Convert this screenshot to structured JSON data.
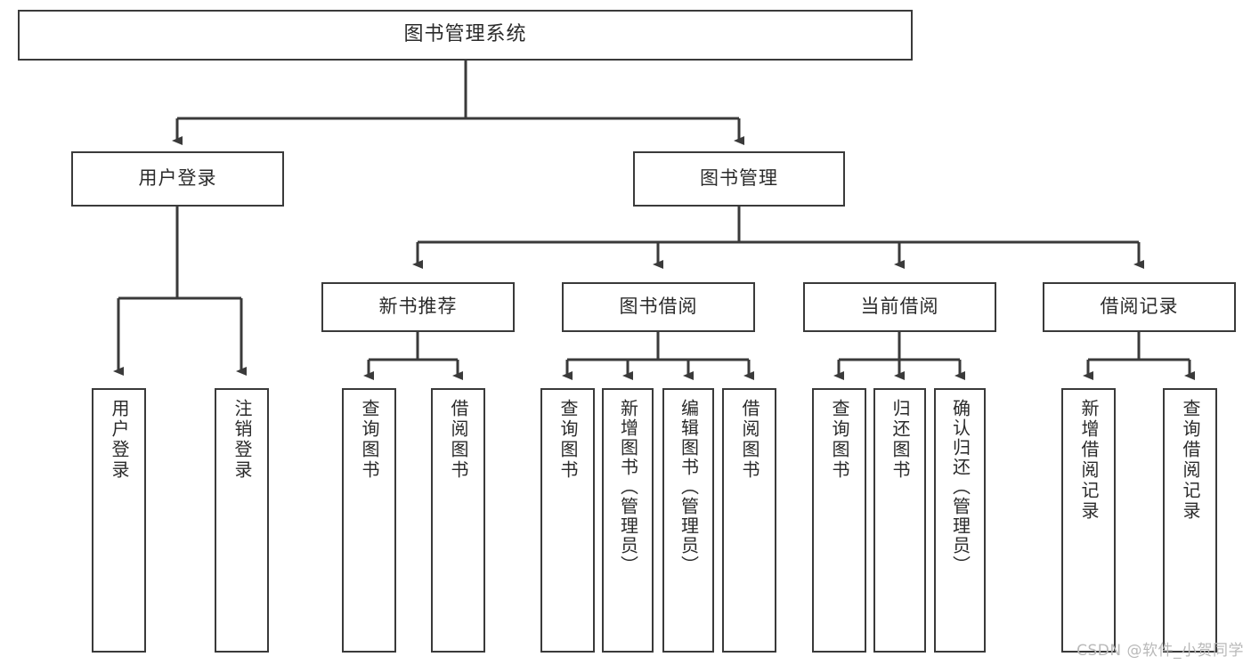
{
  "diagram": {
    "title": "图书管理系统",
    "watermark": "CSDN @软件_小贺同学",
    "type": "tree-hierarchy-diagram",
    "colors": {
      "box_border": "#3a3a3a",
      "box_fill": "#ffffff",
      "connector": "#3a3a3a",
      "text": "#2b2b2b",
      "watermark": "#b9b9b9",
      "background": "#ffffff"
    },
    "root": {
      "label": "图书管理系统"
    },
    "level2": [
      {
        "id": "user-login",
        "label": "用户登录"
      },
      {
        "id": "book-management",
        "label": "图书管理"
      }
    ],
    "level3": [
      {
        "id": "new-book-recommend",
        "label": "新书推荐"
      },
      {
        "id": "book-borrow",
        "label": "图书借阅"
      },
      {
        "id": "current-borrow",
        "label": "当前借阅"
      },
      {
        "id": "borrow-record",
        "label": "借阅记录"
      }
    ],
    "leaves": {
      "user_login": [
        {
          "id": "leaf-user-login",
          "label": "用户登录"
        },
        {
          "id": "leaf-logout-login",
          "label": "注销登录"
        }
      ],
      "new_book_recommend": [
        {
          "id": "leaf-query-book-1",
          "label": "查询图书"
        },
        {
          "id": "leaf-borrow-book-1",
          "label": "借阅图书"
        }
      ],
      "book_borrow": [
        {
          "id": "leaf-query-book-2",
          "label": "查询图书"
        },
        {
          "id": "leaf-add-book",
          "label": "新增图书（管理员）"
        },
        {
          "id": "leaf-edit-book",
          "label": "编辑图书（管理员）"
        },
        {
          "id": "leaf-borrow-book-2",
          "label": "借阅图书"
        }
      ],
      "current_borrow": [
        {
          "id": "leaf-query-book-3",
          "label": "查询图书"
        },
        {
          "id": "leaf-return-book",
          "label": "归还图书"
        },
        {
          "id": "leaf-confirm-return",
          "label": "确认归还（管理员）"
        }
      ],
      "borrow_record": [
        {
          "id": "leaf-add-borrow-record",
          "label": "新增借阅记录"
        },
        {
          "id": "leaf-query-borrow-record",
          "label": "查询借阅记录"
        }
      ]
    }
  }
}
